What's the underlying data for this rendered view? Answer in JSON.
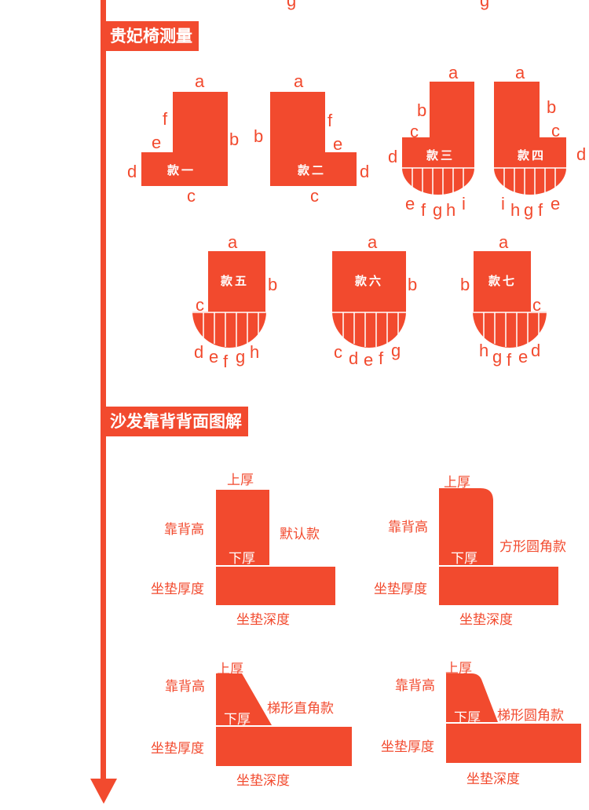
{
  "top_fragment": {
    "left": "g",
    "right": "g"
  },
  "section1": {
    "title": "贵妃椅测量",
    "styles": [
      {
        "name": "款一",
        "labels": [
          "a",
          "b",
          "c",
          "d",
          "e",
          "f"
        ]
      },
      {
        "name": "款二",
        "labels": [
          "a",
          "b",
          "c",
          "d",
          "e",
          "f"
        ]
      },
      {
        "name": "款三",
        "labels": [
          "a",
          "b",
          "c",
          "d",
          "e",
          "f",
          "g",
          "h",
          "i"
        ]
      },
      {
        "name": "款四",
        "labels": [
          "a",
          "b",
          "c",
          "d",
          "i",
          "h",
          "g",
          "f",
          "e"
        ]
      },
      {
        "name": "款五",
        "labels": [
          "a",
          "b",
          "c",
          "d",
          "e",
          "f",
          "g",
          "h"
        ]
      },
      {
        "name": "款六",
        "labels": [
          "a",
          "b",
          "c",
          "d",
          "e",
          "f",
          "g"
        ]
      },
      {
        "name": "款七",
        "labels": [
          "a",
          "b",
          "c",
          "h",
          "g",
          "f",
          "e",
          "d"
        ]
      }
    ]
  },
  "section2": {
    "title": "沙发靠背背面图解",
    "diagrams": [
      {
        "style": "默认款",
        "top": "上厚",
        "height": "靠背高",
        "bottom": "下厚",
        "cushion_thickness": "坐垫厚度",
        "cushion_depth": "坐垫深度"
      },
      {
        "style": "方形圆角款",
        "top": "上厚",
        "height": "靠背高",
        "bottom": "下厚",
        "cushion_thickness": "坐垫厚度",
        "cushion_depth": "坐垫深度"
      },
      {
        "style": "梯形直角款",
        "top": "上厚",
        "height": "靠背高",
        "bottom": "下厚",
        "cushion_thickness": "坐垫厚度",
        "cushion_depth": "坐垫深度"
      },
      {
        "style": "梯形圆角款",
        "top": "上厚",
        "height": "靠背高",
        "bottom": "下厚",
        "cushion_thickness": "坐垫厚度",
        "cushion_depth": "坐垫深度"
      }
    ]
  },
  "colors": {
    "accent": "#f24a2e",
    "background": "#ffffff",
    "label_on_accent": "#ffffff"
  }
}
